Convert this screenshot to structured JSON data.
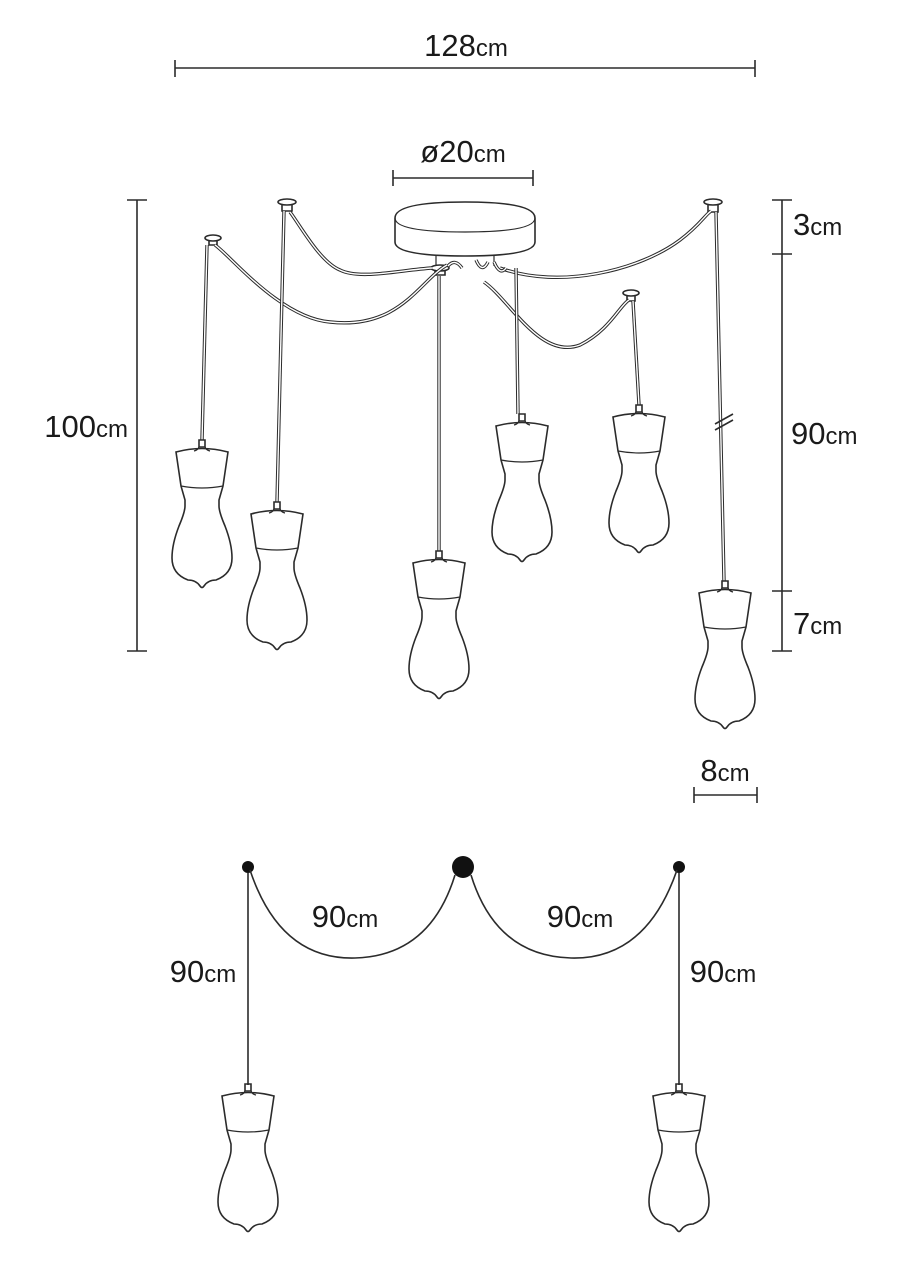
{
  "dimensions": {
    "total_width": {
      "value": "128",
      "unit": "cm"
    },
    "canopy_diameter": {
      "value": "ø20",
      "unit": "cm"
    },
    "total_height": {
      "value": "100",
      "unit": "cm"
    },
    "canopy_height": {
      "value": "3",
      "unit": "cm"
    },
    "cable_length": {
      "value": "90",
      "unit": "cm"
    },
    "shade_height": {
      "value": "7",
      "unit": "cm"
    },
    "shade_width": {
      "value": "8",
      "unit": "cm"
    }
  },
  "cable_detail": {
    "left_drop": {
      "value": "90",
      "unit": "cm"
    },
    "left_span": {
      "value": "90",
      "unit": "cm"
    },
    "right_span": {
      "value": "90",
      "unit": "cm"
    },
    "right_drop": {
      "value": "90",
      "unit": "cm"
    }
  }
}
